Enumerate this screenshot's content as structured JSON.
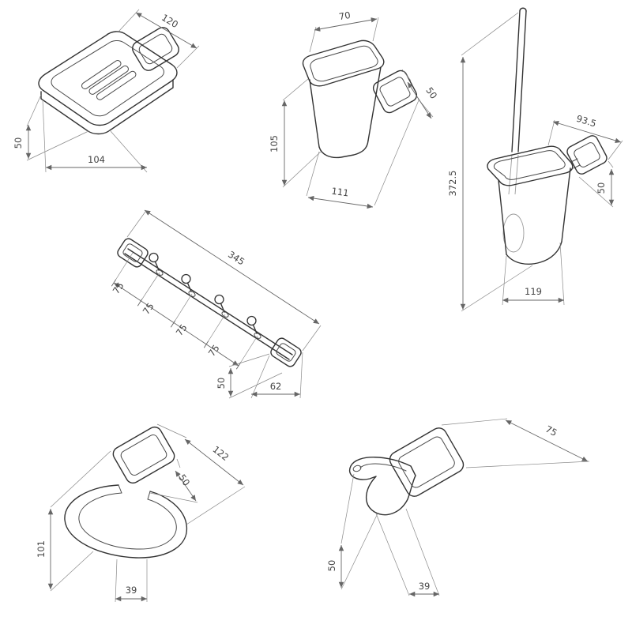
{
  "drawing": {
    "background": "#ffffff",
    "line_color": "#333333",
    "dim_color": "#666666",
    "items": {
      "soap_dish": {
        "width_top": "120",
        "height_left": "50",
        "width_bottom": "104"
      },
      "tumbler": {
        "width_top": "70",
        "plate_depth": "50",
        "height_left": "105",
        "width_bottom": "111"
      },
      "toilet_brush": {
        "width_top": "93.5",
        "height_total": "372.5",
        "plate_height": "50",
        "width_bottom": "119"
      },
      "hook_rail": {
        "length_total": "345",
        "hook_spacing": [
          "75",
          "75",
          "75",
          "75"
        ],
        "plate_height": "50",
        "plate_width": "62"
      },
      "paper_holder": {
        "width_top": "122",
        "plate_depth": "50",
        "height_left": "101",
        "width_bottom": "39"
      },
      "robe_hook": {
        "width_top": "75",
        "height_left": "50",
        "width_bottom": "39"
      }
    }
  }
}
